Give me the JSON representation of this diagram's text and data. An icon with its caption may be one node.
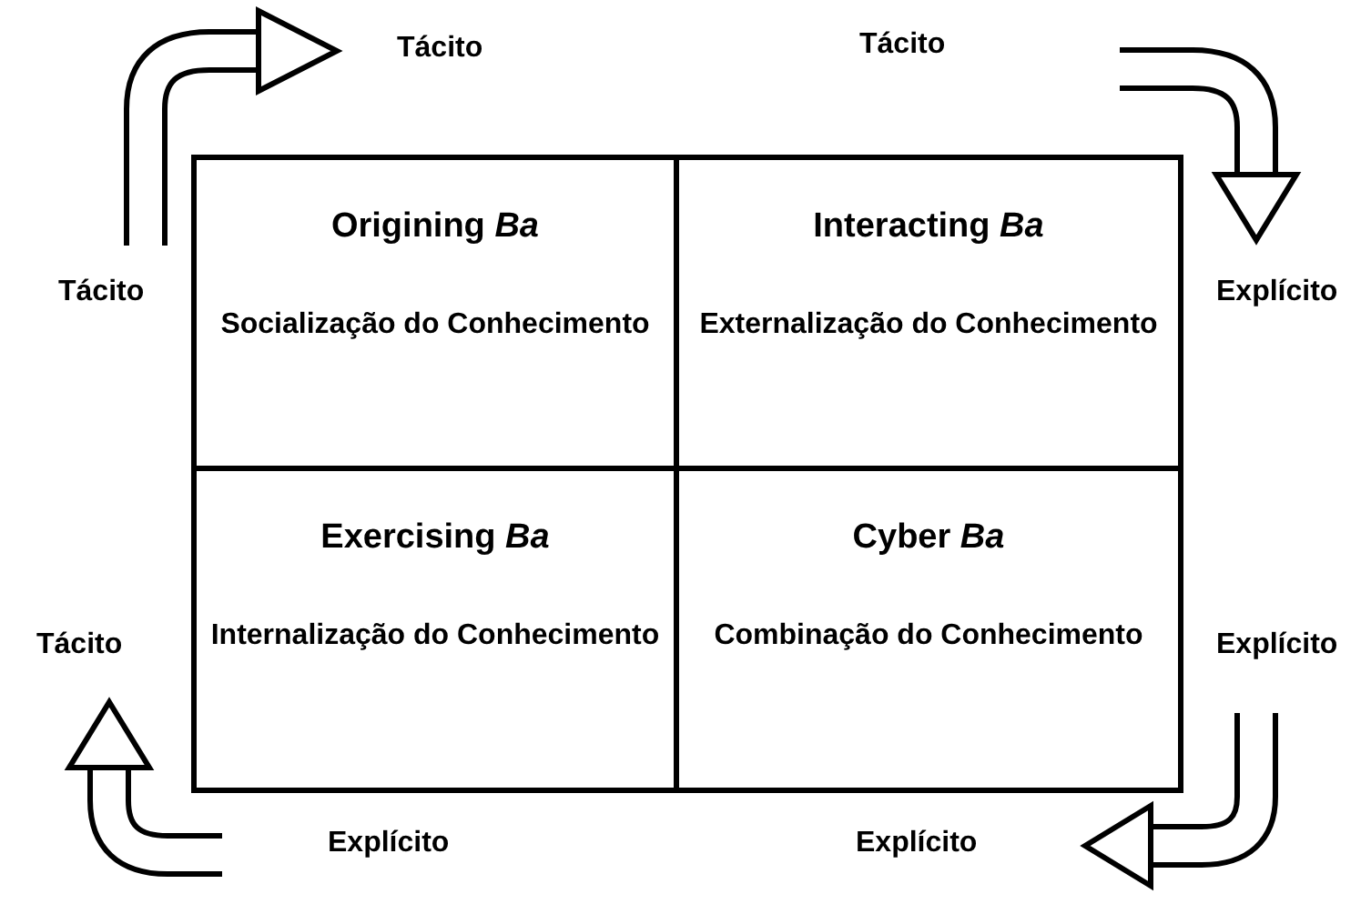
{
  "diagram": {
    "nodes": [
      {
        "text": [
          "Origining *Ba*",
          "Socialização do Conhecimento"
        ]
      },
      {
        "text": [
          "Interacting *Ba*",
          "Externalização do Conhecimento"
        ]
      },
      {
        "text": [
          "Exercising *Ba*",
          "Internalização do Conhecimento"
        ]
      },
      {
        "text": [
          "Cyber *Ba*",
          "Combinação do Conhecimento"
        ]
      }
    ],
    "labels": [
      "Tácito",
      "Tácito",
      "Tácito",
      "Explícito",
      "Tácito",
      "Explícito",
      "Explícito",
      "Explícito"
    ]
  }
}
